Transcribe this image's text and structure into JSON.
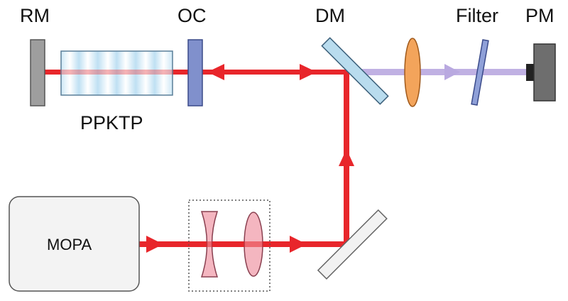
{
  "labels": {
    "rm": "RM",
    "oc": "OC",
    "dm": "DM",
    "filter": "Filter",
    "pm": "PM",
    "crystal": "PPKTP",
    "source": "MOPA"
  },
  "colors": {
    "pump_beam": "#e8262b",
    "output_beam": "#b9a9e0",
    "rear_mirror": "#9e9e9e",
    "output_coupler": "#8090cc",
    "dichroic_mirror": "#b9dcee",
    "lens_output": "#f3a45b",
    "filter": "#8fa0d8",
    "power_meter": "#6e6e6e",
    "crystal": "#d4ecf8",
    "telescope_lenses": "#f4b6c0",
    "steering_mirror": "#f2f2f2",
    "mopa_box": "#f3f3f3"
  },
  "icons": {
    "rear_mirror": "mirror-icon",
    "output_coupler": "mirror-icon",
    "dichroic_mirror": "dichroic-mirror-icon",
    "steering_mirror": "mirror-icon",
    "power_meter": "power-meter-icon",
    "filter": "filter-icon"
  }
}
